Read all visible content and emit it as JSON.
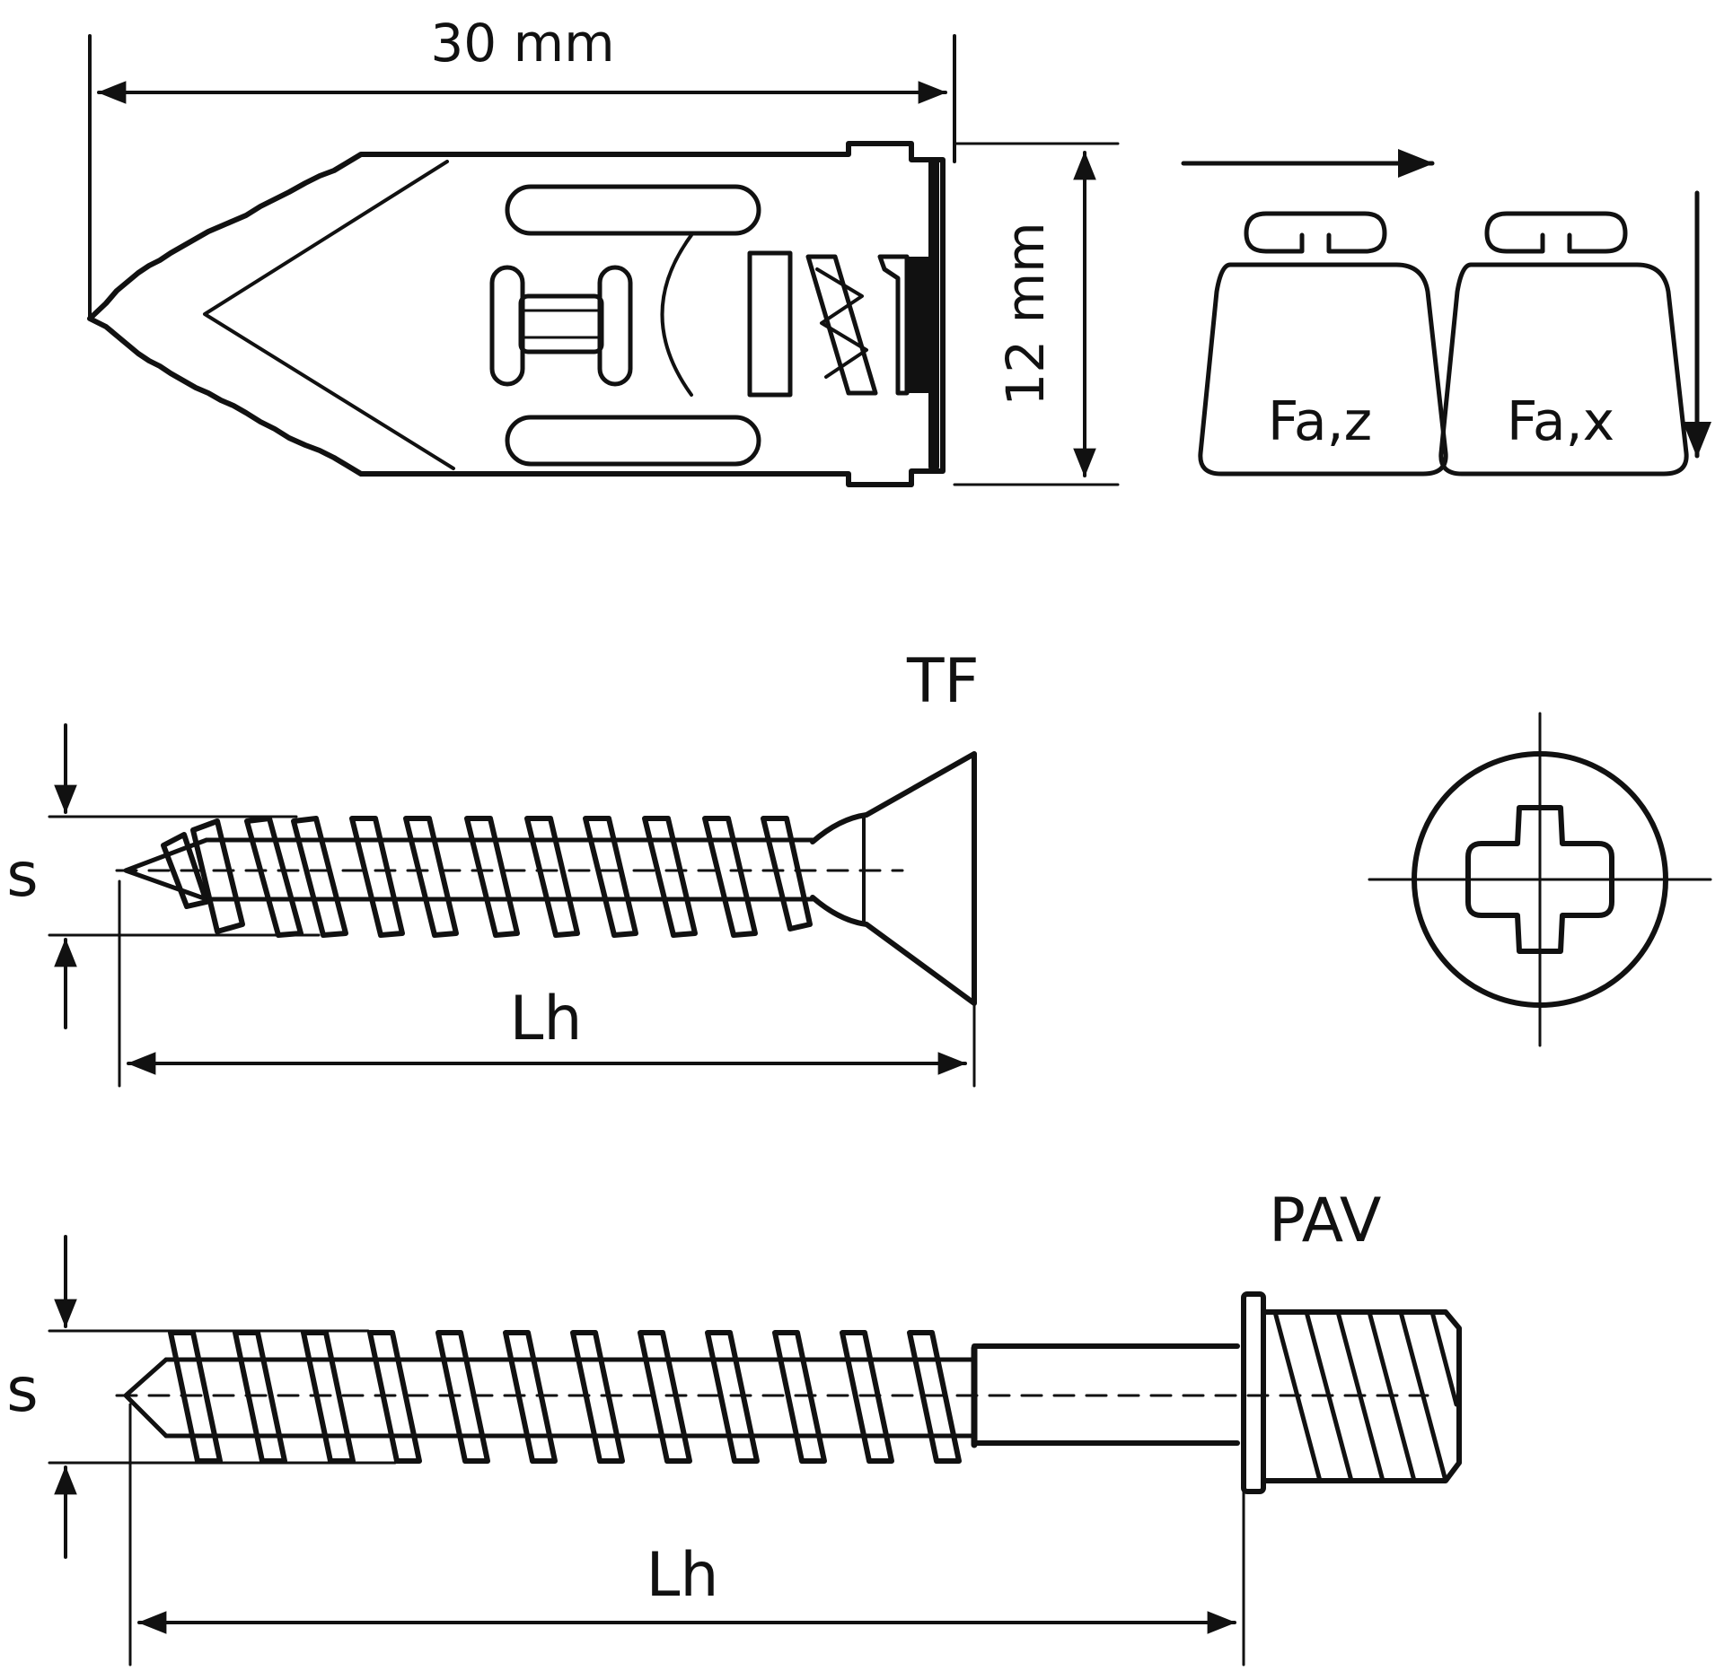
{
  "dowel": {
    "length_label": "30 mm",
    "diameter_label": "12 mm"
  },
  "loads": {
    "tension_label": "Fa,z",
    "shear_label": "Fa,x"
  },
  "screw_tf": {
    "title": "TF",
    "thread_label": "s",
    "length_label": "Lh"
  },
  "screw_pav": {
    "title": "PAV",
    "thread_label": "s",
    "length_label": "Lh"
  },
  "drive": {
    "type_icon": "phillips-cross-recess-icon"
  },
  "colors": {
    "line": "#111111",
    "background": "#ffffff"
  }
}
